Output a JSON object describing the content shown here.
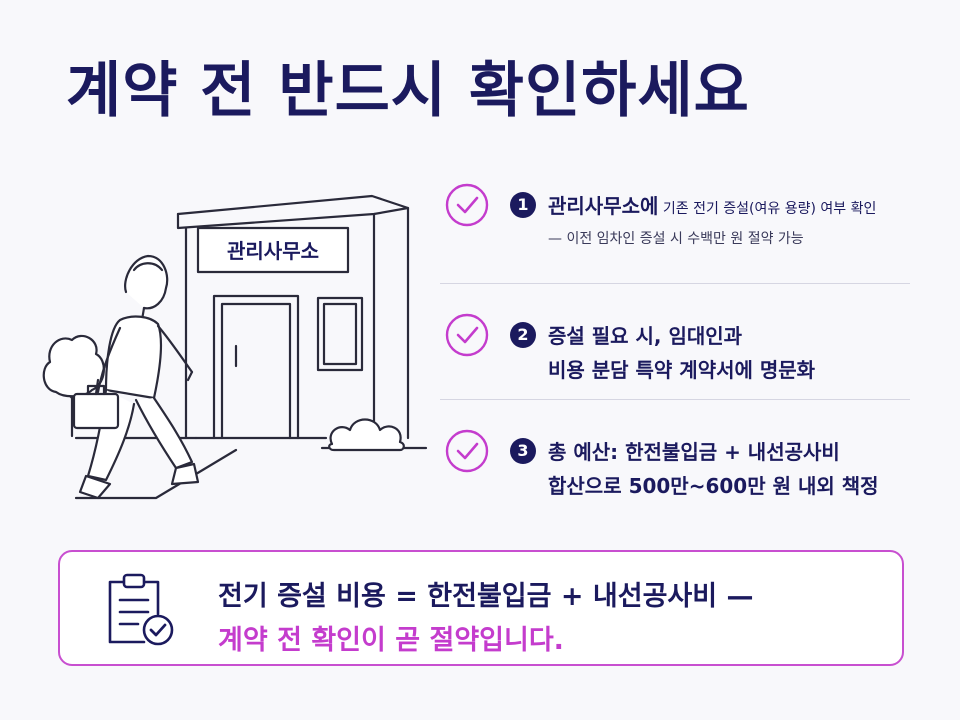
{
  "title": "계약 전 반드시 확인하세요",
  "sign_label": "관리사무소",
  "steps": [
    {
      "number": "1",
      "line1_main": "관리사무소에",
      "line1_small": " 기존 전기 증설(여유 용량) 여부 확인",
      "sub": "— 이전 임차인 증설 시 수백만 원 절약 가능"
    },
    {
      "number": "2",
      "line1_main": "증설 필요 시, 임대인과",
      "line2": "비용 분담 특약 계약서에 명문화"
    },
    {
      "number": "3",
      "line1_main": "총 예산: 한전불입금 + 내선공사비",
      "line2": "합산으로 500만~600만 원 내외 책정"
    }
  ],
  "summary": {
    "line1": "전기 증설 비용 = 한전불입금 + 내선공사비 —",
    "line2": "계약 전 확인이 곧 절약입니다."
  },
  "colors": {
    "navy": "#1b1a5e",
    "accent": "#c43ccd"
  },
  "icons": {
    "step": "check-circle-icon",
    "summary": "clipboard-check-icon"
  }
}
